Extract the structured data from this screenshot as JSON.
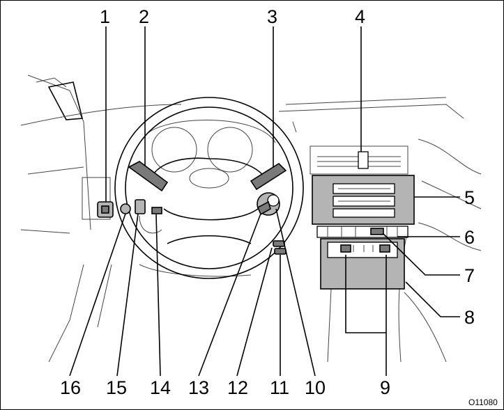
{
  "callouts": {
    "c1": "1",
    "c2": "2",
    "c3": "3",
    "c4": "4",
    "c5": "5",
    "c6": "6",
    "c7": "7",
    "c8": "8",
    "c9": "9",
    "c10": "10",
    "c11": "11",
    "c12": "12",
    "c13": "13",
    "c14": "14",
    "c15": "15",
    "c16": "16"
  },
  "figure_code": "O11080",
  "colors": {
    "panel_gray": "#b4b4b4",
    "control_dark": "#7a7a7a",
    "line": "#000000"
  }
}
